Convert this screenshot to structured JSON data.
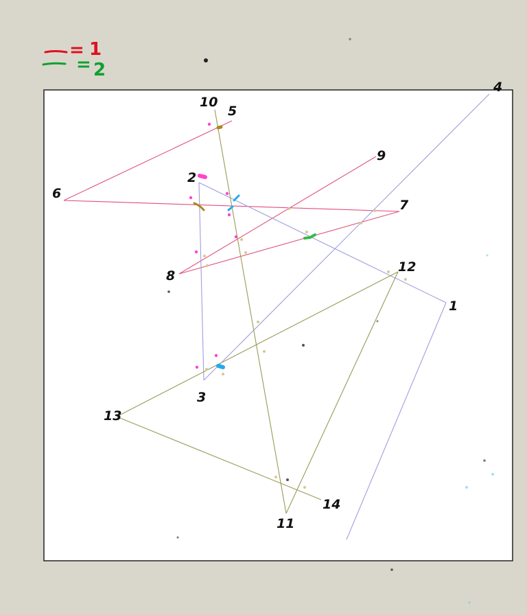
{
  "legend": {
    "items": [
      {
        "symbol": "=",
        "value": "1",
        "color": "#e01020"
      },
      {
        "symbol": "=",
        "value": "2",
        "color": "#10a030"
      }
    ]
  },
  "colors": {
    "background": "#d9d7cc",
    "canvas": "#ffffff",
    "group_pink": "#e0507a",
    "group_purple": "#9d9ee0",
    "group_olive": "#9a9a58",
    "mark_magenta": "#ff44cc",
    "mark_blue": "#22aaee",
    "mark_green": "#33bb44",
    "mark_brown": "#aa8822",
    "dot_tan": "#d8c890"
  },
  "points": [
    {
      "id": "1",
      "label": "1"
    },
    {
      "id": "2",
      "label": "2"
    },
    {
      "id": "3",
      "label": "3"
    },
    {
      "id": "4",
      "label": "4"
    },
    {
      "id": "5",
      "label": "5"
    },
    {
      "id": "6",
      "label": "6"
    },
    {
      "id": "7",
      "label": "7"
    },
    {
      "id": "8",
      "label": "8"
    },
    {
      "id": "9",
      "label": "9"
    },
    {
      "id": "10",
      "label": "10"
    },
    {
      "id": "11",
      "label": "11"
    },
    {
      "id": "12",
      "label": "12"
    },
    {
      "id": "13",
      "label": "13"
    },
    {
      "id": "14",
      "label": "14"
    }
  ],
  "edges": [
    {
      "from": "5",
      "to": "6",
      "group": "pink"
    },
    {
      "from": "6",
      "to": "7",
      "group": "pink"
    },
    {
      "from": "7",
      "to": "8",
      "group": "pink"
    },
    {
      "from": "8",
      "to": "9",
      "group": "pink"
    },
    {
      "from": "1",
      "to": "2",
      "group": "purple"
    },
    {
      "from": "2",
      "to": "3",
      "group": "purple"
    },
    {
      "from": "3",
      "to": "4",
      "group": "purple"
    },
    {
      "from": "1",
      "to": "tail",
      "group": "purple"
    },
    {
      "from": "10",
      "to": "11",
      "group": "olive"
    },
    {
      "from": "11",
      "to": "12",
      "group": "olive"
    },
    {
      "from": "12",
      "to": "13",
      "group": "olive"
    },
    {
      "from": "13",
      "to": "14",
      "group": "olive"
    }
  ]
}
